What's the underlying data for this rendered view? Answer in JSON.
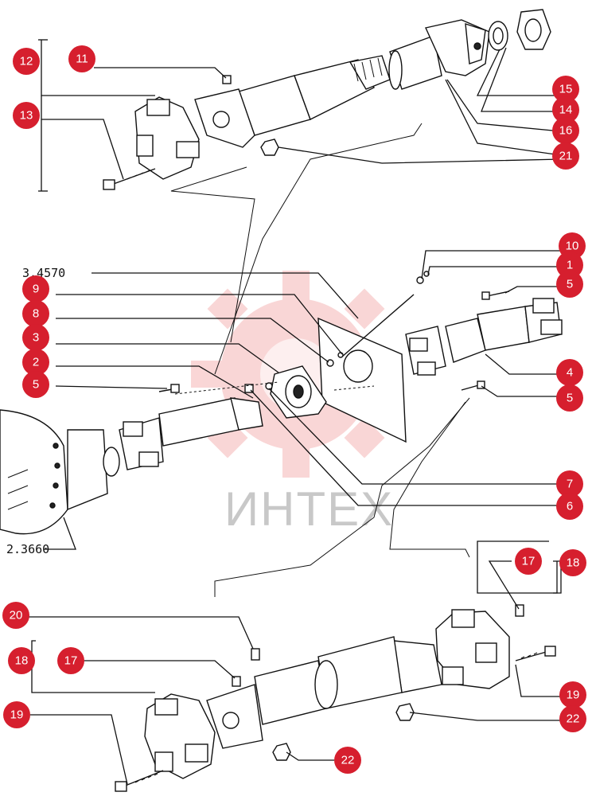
{
  "watermark": {
    "text": "ИНТЕХ"
  },
  "refs": {
    "top_ref": "3.4570",
    "bottom_ref": "2.3660"
  },
  "callouts": [
    {
      "label": "12"
    },
    {
      "label": "11"
    },
    {
      "label": "13"
    },
    {
      "label": "15"
    },
    {
      "label": "14"
    },
    {
      "label": "16"
    },
    {
      "label": "21"
    },
    {
      "label": "10"
    },
    {
      "label": "1"
    },
    {
      "label": "5"
    },
    {
      "label": "9"
    },
    {
      "label": "8"
    },
    {
      "label": "3"
    },
    {
      "label": "2"
    },
    {
      "label": "5"
    },
    {
      "label": "4"
    },
    {
      "label": "5"
    },
    {
      "label": "7"
    },
    {
      "label": "6"
    },
    {
      "label": "17"
    },
    {
      "label": "18"
    },
    {
      "label": "20"
    },
    {
      "label": "18"
    },
    {
      "label": "17"
    },
    {
      "label": "19"
    },
    {
      "label": "19"
    },
    {
      "label": "22"
    },
    {
      "label": "22"
    }
  ],
  "colors": {
    "badge": "#d61f2e",
    "watermark_gear": "#f5b5b5",
    "watermark_text": "#c8c8c8"
  }
}
